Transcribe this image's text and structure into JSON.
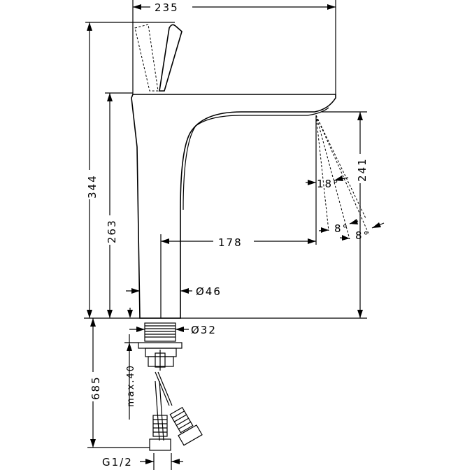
{
  "dimensions": {
    "width_top": "235",
    "total_height": "344",
    "spout_height": "263",
    "spray_height": "241",
    "reach": "178",
    "body_diameter": "Ø46",
    "thread_diameter": "Ø32",
    "hose_length": "685",
    "max_thickness": "max.40",
    "connection": "G1/2",
    "angle_main": "18°",
    "angle_a": "8°",
    "angle_b": "8°"
  }
}
